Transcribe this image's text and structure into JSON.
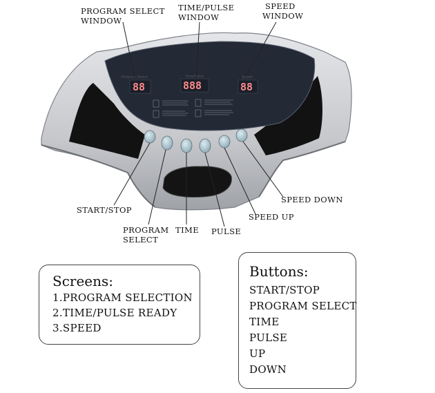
{
  "callouts": {
    "program_select_window": [
      "PROGRAM SELECT",
      "WINDOW"
    ],
    "time_pulse_window": [
      "TIME/PULSE",
      "WINDOW"
    ],
    "speed_window": [
      "SPEED",
      "WINDOW"
    ],
    "start_stop": "START/STOP",
    "program_select": [
      "PROGRAM",
      "SELECT"
    ],
    "time": "TIME",
    "pulse": "PULSE",
    "speed_up": "SPEED  UP",
    "speed_down": "SPEED  DOWN"
  },
  "display": {
    "program_digits": "88",
    "time_pulse_digits": "888",
    "speed_digits": "88"
  },
  "screens_box": {
    "title": "Screens:",
    "items": [
      "1.PROGRAM SELECTION",
      "2.TIME/PULSE READY",
      "3.SPEED"
    ]
  },
  "buttons_box": {
    "title": "Buttons:",
    "items": [
      "START/STOP",
      "PROGRAM SELECT",
      "TIME",
      "PULSE",
      "UP",
      "DOWN"
    ]
  },
  "colors": {
    "panel": "#c9cbcf",
    "screen": "#232a36",
    "speaker": "#121212",
    "button": "#a9c4cf"
  }
}
